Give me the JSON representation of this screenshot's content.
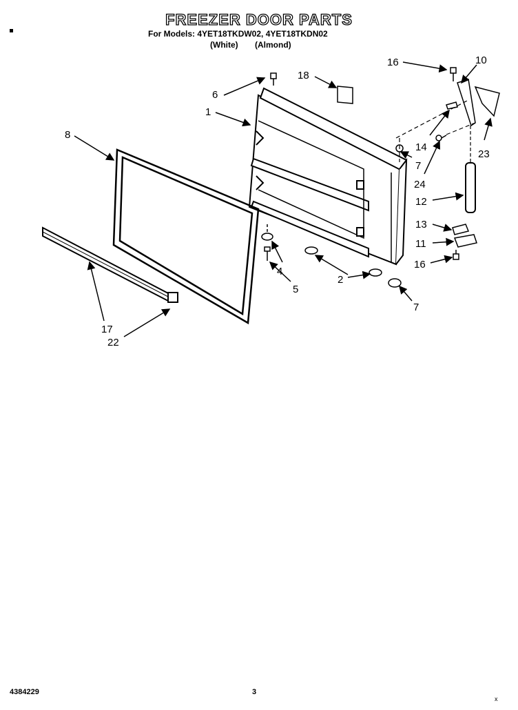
{
  "header": {
    "title": "FREEZER DOOR PARTS",
    "models": "For Models: 4YET18TKDW02, 4YET18TKDN02",
    "variant_white": "(White)",
    "variant_almond": "(Almond)"
  },
  "callouts": {
    "c1": "1",
    "c2": "2",
    "c4": "4",
    "c5": "5",
    "c6": "6",
    "c7a": "7",
    "c7b": "7",
    "c8": "8",
    "c10": "10",
    "c11": "11",
    "c12": "12",
    "c13": "13",
    "c14": "14",
    "c16a": "16",
    "c16b": "16",
    "c17": "17",
    "c18": "18",
    "c22": "22",
    "c23": "23",
    "c24": "24"
  },
  "footer": {
    "code": "4384229",
    "page": "3",
    "mark": "x"
  }
}
